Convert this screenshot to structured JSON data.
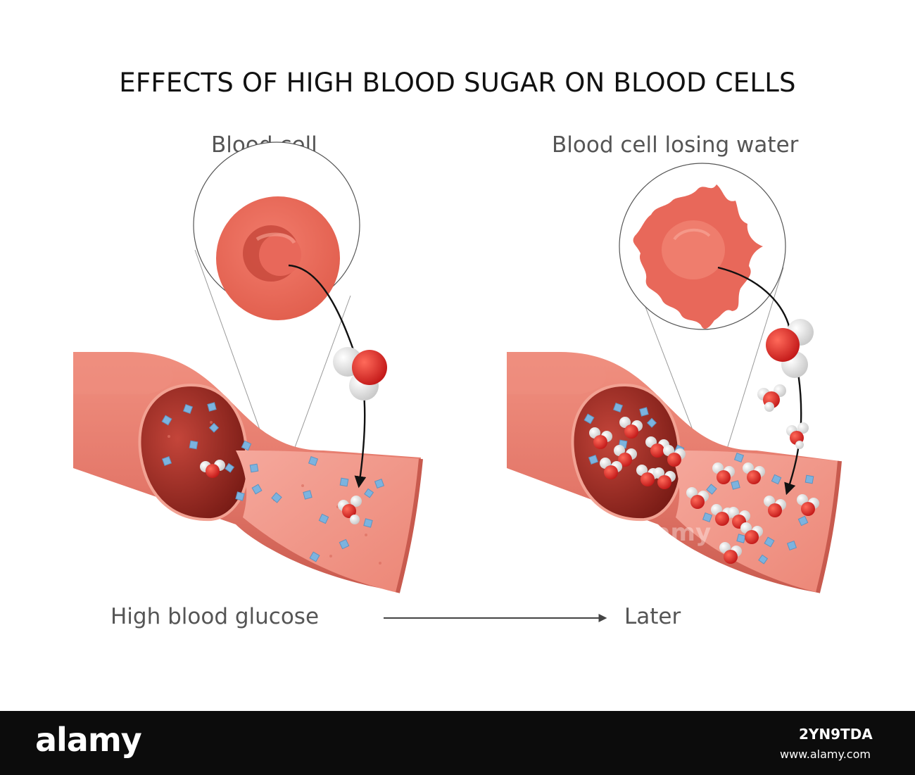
{
  "title": "EFFECTS OF HIGH BLOOD SUGAR ON BLOOD CELLS",
  "panels": {
    "left": {
      "label": "Blood cell"
    },
    "right": {
      "label": "Blood cell losing water"
    }
  },
  "bottom": {
    "left_label": "High blood glucose",
    "right_label": "Later"
  },
  "watermark": {
    "logo": "alamy",
    "image_code": "2YN9TDA",
    "url": "www.alamy.com"
  },
  "colors": {
    "vessel": "#e87a6c",
    "vessel_dark": "#c45449",
    "interior": "#9e2e26",
    "blood_cell": "#e8685a",
    "glucose": "#7cb3df",
    "water_oxygen": "#d42c2c",
    "water_hydrogen": "#f2f2f2"
  },
  "icons": [
    "blood-cell-icon",
    "shrunken-cell-icon",
    "water-molecule-icon",
    "glucose-cube-icon",
    "arrow-icon"
  ]
}
